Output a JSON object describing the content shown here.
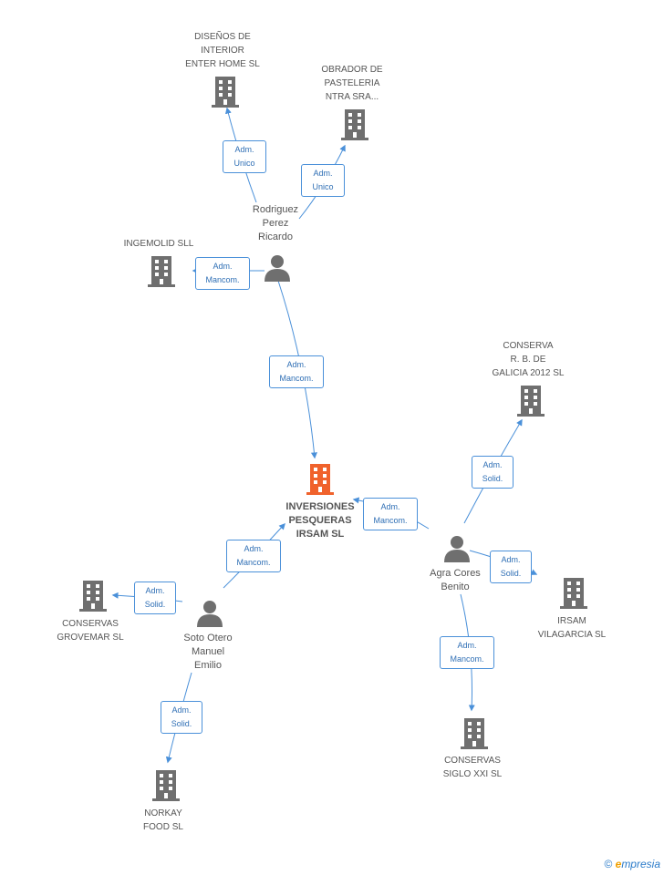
{
  "colors": {
    "edge": "#4a90d9",
    "company_icon": "#6f6f6f",
    "center_icon": "#f0622c",
    "person_icon": "#6f6f6f"
  },
  "nodes": {
    "center": {
      "label": "INVERSIONES\nPESQUERAS\nIRSAM SL",
      "icon": "building-icon"
    },
    "disenos": {
      "label": "DISEÑOS DE\nINTERIOR\nENTER HOME SL",
      "icon": "building-icon"
    },
    "obrador": {
      "label": "OBRADOR DE\nPASTELERIA\nNTRA SRA...",
      "icon": "building-icon"
    },
    "ingemolid": {
      "label": "INGEMOLID SLL",
      "icon": "building-icon"
    },
    "rodriguez": {
      "label": "Rodriguez\nPerez\nRicardo",
      "icon": "person-icon"
    },
    "conserva_rb": {
      "label": "CONSERVA\nR. B. DE\nGALICIA 2012 SL",
      "icon": "building-icon"
    },
    "agra": {
      "label": "Agra Cores\nBenito",
      "icon": "person-icon"
    },
    "irsam_vilagarcia": {
      "label": "IRSAM\nVILAGARCIA SL",
      "icon": "building-icon"
    },
    "conservas_siglo": {
      "label": "CONSERVAS\nSIGLO XXI SL",
      "icon": "building-icon"
    },
    "conservas_grovemar": {
      "label": "CONSERVAS\nGROVEMAR SL",
      "icon": "building-icon"
    },
    "soto": {
      "label": "Soto Otero\nManuel\nEmilio",
      "icon": "person-icon"
    },
    "norkay": {
      "label": "NORKAY\nFOOD  SL",
      "icon": "building-icon"
    }
  },
  "edges": {
    "rodriguez_disenos": "Adm.\nUnico",
    "rodriguez_obrador": "Adm.\nUnico",
    "rodriguez_ingemolid": "Adm.\nMancom.",
    "rodriguez_center": "Adm.\nMancom.",
    "agra_center": "Adm.\nMancom.",
    "agra_conserva_rb": "Adm.\nSolid.",
    "agra_irsam": "Adm.\nSolid.",
    "agra_siglo": "Adm.\nMancom.",
    "soto_center": "Adm.\nMancom.",
    "soto_grovemar": "Adm.\nSolid.",
    "soto_norkay": "Adm.\nSolid."
  },
  "footer": {
    "copyright": "©",
    "brand_first": "e",
    "brand_rest": "mpresia"
  }
}
